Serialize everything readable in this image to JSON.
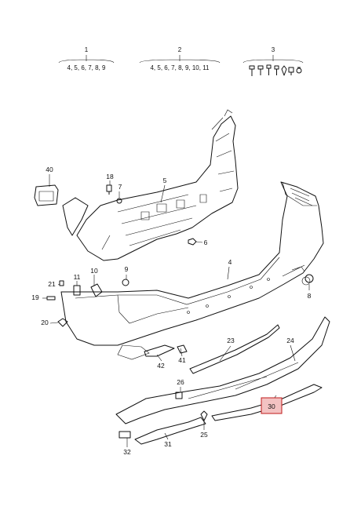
{
  "groups": [
    {
      "id": "1",
      "items": "4, 5, 6, 7, 8, 9"
    },
    {
      "id": "2",
      "items": "4, 5, 6, 7, 8, 9, 10, 11"
    },
    {
      "id": "3",
      "items": ""
    }
  ],
  "labels": {
    "p4": "4",
    "p5": "5",
    "p6": "6",
    "p7": "7",
    "p8": "8",
    "p9": "9",
    "p10": "10",
    "p11": "11",
    "p18": "18",
    "p19": "19",
    "p20": "20",
    "p21": "21",
    "p23": "23",
    "p24": "24",
    "p25": "25",
    "p26": "26",
    "p30": "30",
    "p31": "31",
    "p32": "32",
    "p40": "40",
    "p41": "41",
    "p42": "42"
  },
  "highlight": {
    "part": "30",
    "color": "#c21b1b",
    "fill": "#f3c2c2"
  }
}
